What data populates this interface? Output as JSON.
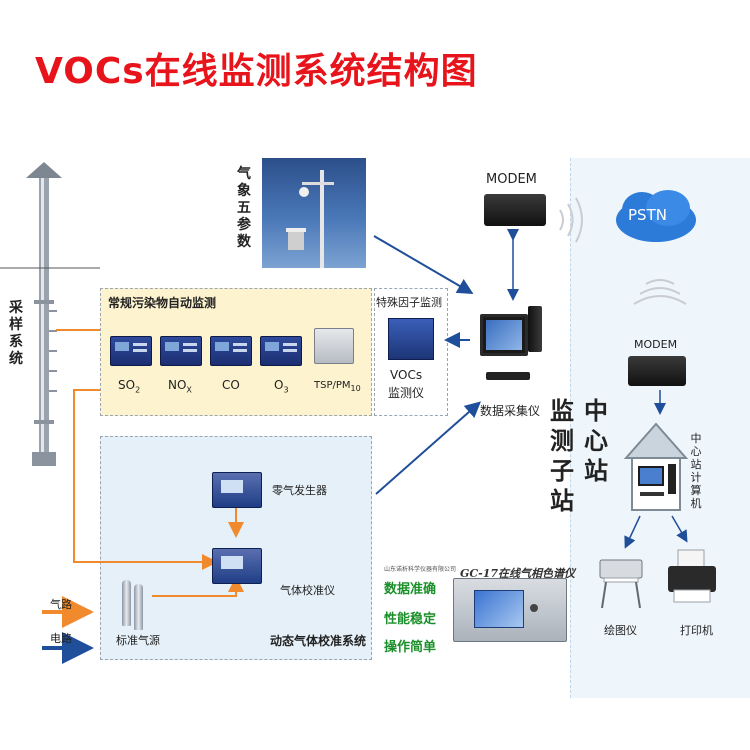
{
  "title": "VOCs在线监测系统结构图",
  "sampling_label": "采样系统",
  "weather_label": "气象五参数",
  "modem_top_label": "MODEM",
  "pstn_label": "PSTN",
  "modem_right_label": "MODEM",
  "routine_panel": {
    "title": "常规污染物自动监测",
    "analyzers": [
      {
        "label": "SO",
        "sub": "2"
      },
      {
        "label": "NO",
        "sub": "X"
      },
      {
        "label": "CO",
        "sub": ""
      },
      {
        "label": "O",
        "sub": "3"
      },
      {
        "label": "TSP/PM",
        "sub": "10"
      }
    ]
  },
  "special_panel": {
    "title": "特殊因子监测",
    "instrument_line1": "VOCs",
    "instrument_line2": "监测仪"
  },
  "data_collector_label": "数据采集仪",
  "substation_label": "监测子站",
  "center_label": "中心站",
  "center_computer_label": "中心站计算机",
  "calibration_panel": {
    "title": "动态气体校准系统",
    "zero_gas_label": "零气发生器",
    "calibrator_label": "气体校准仪",
    "standard_gas_label": "标准气源"
  },
  "legend": {
    "gas_path": "气路",
    "electric_path": "电路",
    "gas_color": "#f08a2c",
    "electric_color": "#1f4e9a"
  },
  "gc_device": {
    "company_text": "山东诺析科学仪器有限公司",
    "title": "GC-17在线气相色谱仪",
    "features": [
      "数据准确",
      "性能稳定",
      "操作简单"
    ]
  },
  "plotter_label": "绘图仪",
  "printer_label": "打印机"
}
